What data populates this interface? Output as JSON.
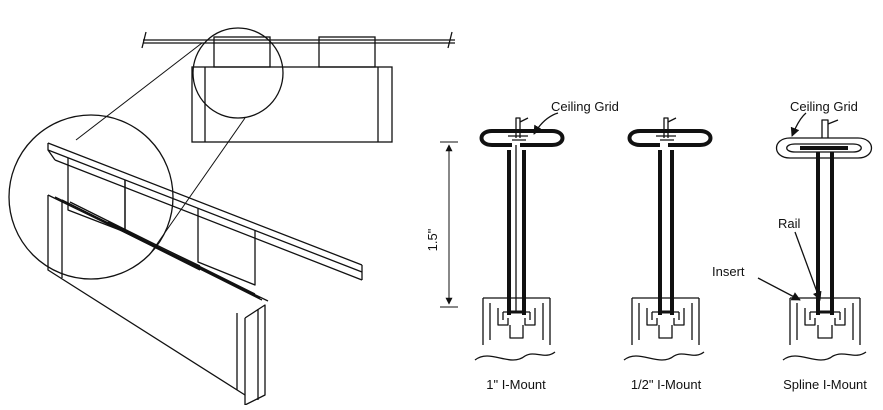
{
  "labels": {
    "ceiling_grid_1": "Ceiling Grid",
    "ceiling_grid_2": "Ceiling Grid",
    "rail": "Rail",
    "insert": "Insert",
    "dimension": "1.5\""
  },
  "captions": {
    "one_inch": "1\" I-Mount",
    "half_inch": "1/2\" I-Mount",
    "spline": "Spline I-Mount"
  },
  "colors": {
    "line": "#111111",
    "background": "#ffffff"
  }
}
